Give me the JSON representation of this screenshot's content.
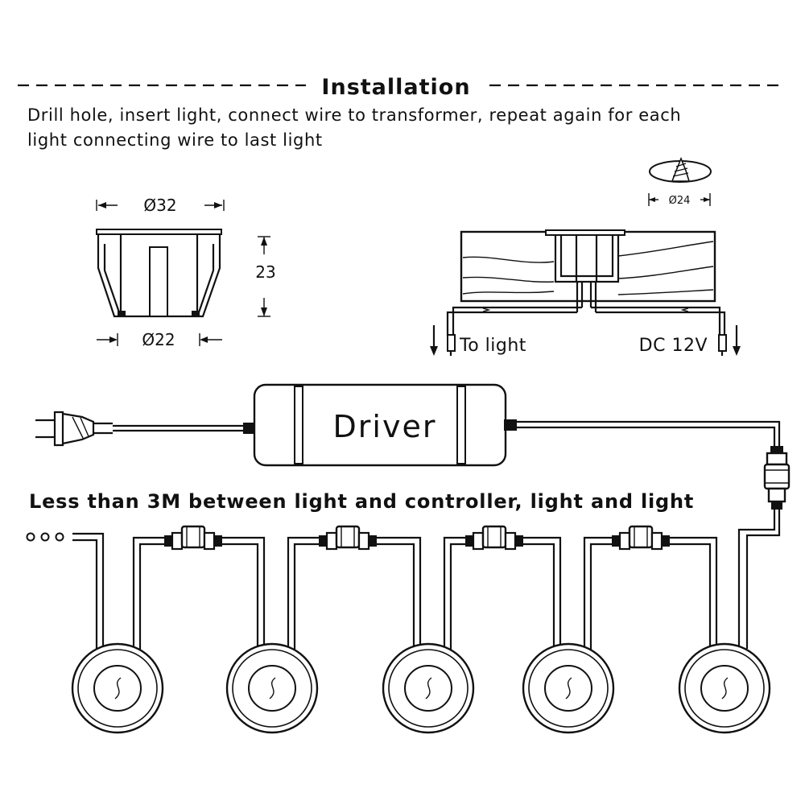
{
  "header": {
    "title": "Installation",
    "description_line1": "Drill hole, insert light, connect wire to transformer, repeat again for each",
    "description_line2": "light connecting wire to last light"
  },
  "dimensions": {
    "top_diameter": "Ø32",
    "bottom_diameter": "Ø22",
    "height": "23",
    "hole_diameter": "Ø24"
  },
  "install_view": {
    "to_light_label": "To light",
    "dc_label": "DC 12V"
  },
  "driver": {
    "label": "Driver"
  },
  "wiring": {
    "distance_note": "Less than 3M between light and controller, light and light",
    "light_count": 5,
    "continuation_dots": 3
  }
}
